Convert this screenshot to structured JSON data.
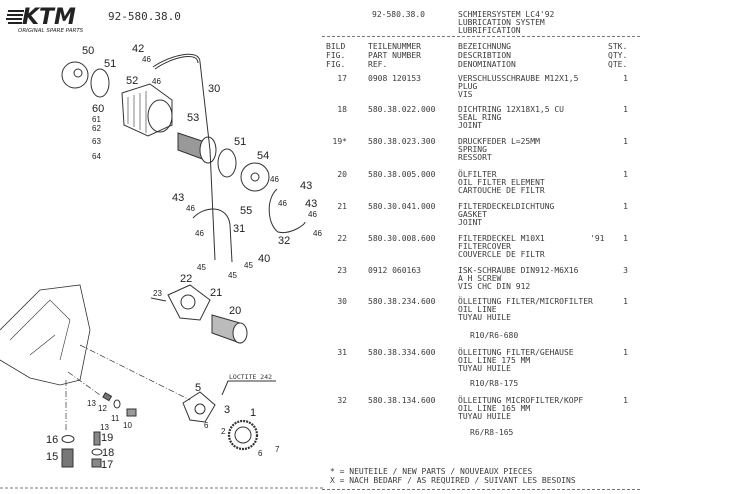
{
  "header": {
    "logo_text": "KTM",
    "logo_subtitle": "ORIGINAL SPARE PARTS",
    "doc_number_left": "92-580.38.0",
    "doc_number": "92-580.38.0",
    "title_lines": [
      "SCHMIERSYSTEM LC4'92",
      "LUBRICATION SYSTEM",
      "LUBRIFICATION"
    ]
  },
  "columns": {
    "fig": [
      "BILD",
      "FIG.",
      "FIG."
    ],
    "part_number": [
      "TEILENUMMER",
      "PART NUMBER",
      "REF."
    ],
    "description": [
      "BEZEICHNUNG",
      "DESCRIBTION",
      "DENOMINATION"
    ],
    "qty": [
      "STK.",
      "QTY.",
      "QTE."
    ]
  },
  "parts": [
    {
      "fig": "17",
      "part_number": "0908 120153",
      "description": [
        "VERSCHLUSSCHRAUBE M12X1,5",
        "PLUG",
        "VIS"
      ],
      "year": "",
      "qty": "1",
      "note": ""
    },
    {
      "fig": "18",
      "part_number": "580.38.022.000",
      "description": [
        "DICHTRING 12X18X1,5 CU",
        "SEAL RING",
        "JOINT"
      ],
      "year": "",
      "qty": "1",
      "note": ""
    },
    {
      "fig": "19*",
      "part_number": "580.38.023.300",
      "description": [
        "DRUCKFEDER L=25MM",
        "SPRING",
        "RESSORT"
      ],
      "year": "",
      "qty": "1",
      "note": ""
    },
    {
      "fig": "20",
      "part_number": "580.38.005.000",
      "description": [
        "ÖLFILTER",
        "OIL FILTER ELEMENT",
        "CARTOUCHE DE FILTR"
      ],
      "year": "",
      "qty": "1",
      "note": ""
    },
    {
      "fig": "21",
      "part_number": "580.30.041.000",
      "description": [
        "FILTERDECKELDICHTUNG",
        "GASKET",
        "JOINT"
      ],
      "year": "",
      "qty": "1",
      "note": ""
    },
    {
      "fig": "22",
      "part_number": "580.30.008.600",
      "description": [
        "FILTERDECKEL M10X1",
        "FILTERCOVER",
        "COUVERCLE DE FILTR"
      ],
      "year": "'91",
      "qty": "1",
      "note": ""
    },
    {
      "fig": "23",
      "part_number": "0912 060163",
      "description": [
        "ISK-SCHRAUBE DIN912-M6X16",
        "A H SCREW",
        "VIS CHC DIN 912"
      ],
      "year": "",
      "qty": "3",
      "note": ""
    },
    {
      "fig": "30",
      "part_number": "580.38.234.600",
      "description": [
        "ÖLLEITUNG FILTER/MICROFILTER",
        "OIL LINE",
        "TUYAU HUILE"
      ],
      "year": "",
      "qty": "1",
      "note": "R10/R6-680"
    },
    {
      "fig": "31",
      "part_number": "580.38.334.600",
      "description": [
        "ÖLLEITUNG FILTER/GEHAUSE",
        "OIL LINE 175 MM",
        "TUYAU HUILE"
      ],
      "year": "",
      "qty": "1",
      "note": "R10/R8-175"
    },
    {
      "fig": "32",
      "part_number": "580.38.134.600",
      "description": [
        "ÖLLEITUNG MICROFILTER/KOPF",
        "OIL LINE 165 MM",
        "TUYAU HUILE"
      ],
      "year": "",
      "qty": "1",
      "note": "R6/R8-165"
    }
  ],
  "footnotes": [
    "* = NEUTEILE / NEW PARTS / NOUVEAUX PIECES",
    "X = NACH BEDARF / AS REQUIRED / SUIVANT LES BESOINS"
  ],
  "diagram": {
    "annotation": "LOCTITE 242",
    "callouts": [
      "50",
      "51",
      "52",
      "42",
      "46",
      "46",
      "30",
      "60",
      "61",
      "62",
      "63",
      "64",
      "53",
      "51",
      "54",
      "46",
      "43",
      "46",
      "43",
      "46",
      "46",
      "43",
      "46",
      "55",
      "46",
      "31",
      "32",
      "40",
      "45",
      "45",
      "45",
      "22",
      "23",
      "21",
      "20",
      "5",
      "3",
      "1",
      "6",
      "2",
      "6",
      "7",
      "13",
      "12",
      "11",
      "10",
      "13",
      "19",
      "16",
      "18",
      "15",
      "17"
    ]
  }
}
